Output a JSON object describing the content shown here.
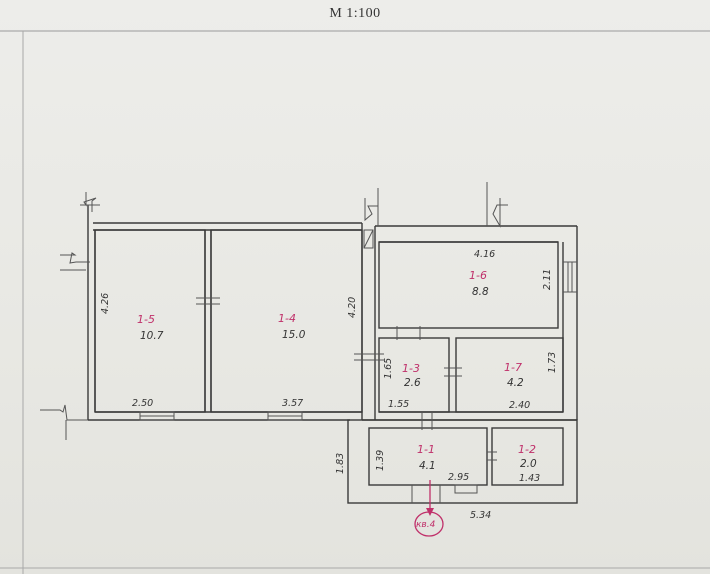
{
  "header": {
    "scale": "М 1:100"
  },
  "rooms": [
    {
      "id": "1-5",
      "num": "1-5",
      "area": "10.7"
    },
    {
      "id": "1-4",
      "num": "1-4",
      "area": "15.0"
    },
    {
      "id": "1-6",
      "num": "1-6",
      "area": "8.8"
    },
    {
      "id": "1-3",
      "num": "1-3",
      "area": "2.6"
    },
    {
      "id": "1-7",
      "num": "1-7",
      "area": "4.2"
    },
    {
      "id": "1-1",
      "num": "1-1",
      "area": "4.1"
    },
    {
      "id": "1-2",
      "num": "1-2",
      "area": "2.0"
    }
  ],
  "dimensions": {
    "d_426": "4.26",
    "d_250": "2.50",
    "d_420": "4.20",
    "d_357": "3.57",
    "d_416": "4.16",
    "d_211": "2.11",
    "d_165": "1.65",
    "d_155": "1.55",
    "d_173": "1.73",
    "d_240": "2.40",
    "d_183": "1.83",
    "d_139": "1.39",
    "d_295": "2.95",
    "d_143": "1.43",
    "d_534": "5.34"
  },
  "entrance": {
    "label": "кв.4"
  }
}
